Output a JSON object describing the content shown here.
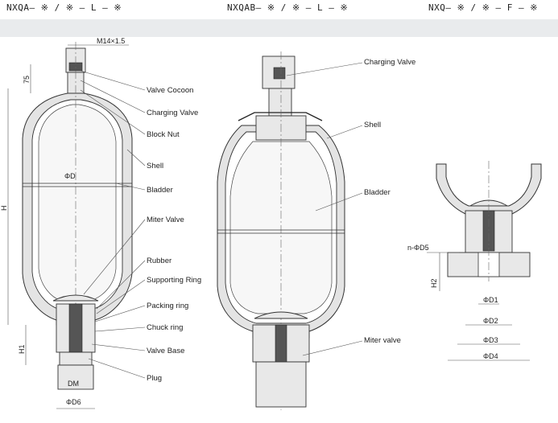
{
  "models": {
    "m1": "NXQA— ※ / ※ – L – ※",
    "m2": "NXQAB— ※ / ※ – L – ※",
    "m3": "NXQ— ※ / ※ – F – ※"
  },
  "left_labels": {
    "valve_cocoon": "Valve Cocoon",
    "charging_valve": "Charging Valve",
    "block_nut": "Block Nut",
    "shell": "Shell",
    "bladder": "Bladder",
    "miter_valve": "Miter Valve",
    "rubber": "Rubber",
    "supporting_ring": "Supporting Ring",
    "packing_ring": "Packing ring",
    "chuck_ring": "Chuck ring",
    "valve_base": "Valve Base",
    "plug": "Plug"
  },
  "left_dims": {
    "thread": "M14×1.5",
    "d75": "75",
    "phi_d": "ΦD",
    "h": "H",
    "h1": "H1",
    "dm": "DM",
    "phi_d6": "ΦD6"
  },
  "middle_labels": {
    "charging_valve": "Charging Valve",
    "shell": "Shell",
    "bladder": "Bladder",
    "miter_valve": "Miter valve"
  },
  "right_dims": {
    "n_d5": "n-ΦD5",
    "h2": "H2",
    "d1": "ΦD1",
    "d2": "ΦD2",
    "d3": "ΦD3",
    "d4": "ΦD4"
  }
}
